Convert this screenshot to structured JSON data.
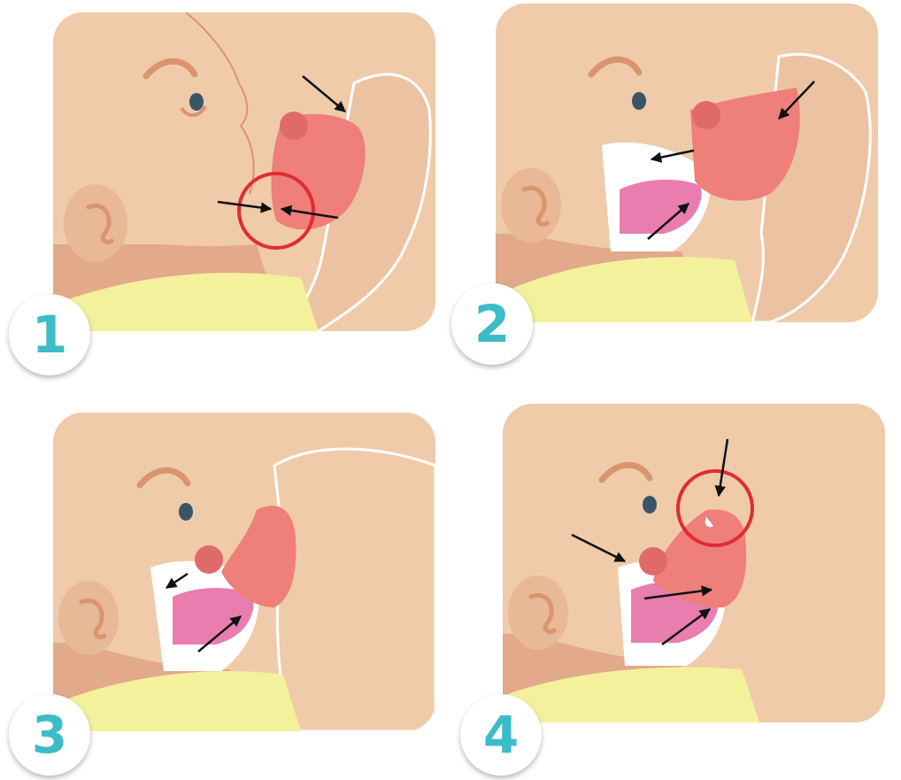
{
  "colors": {
    "background": "#ffffff",
    "skin": "#efcbaa",
    "skin_shade": "#e2a98a",
    "face_line": "#d9956e",
    "nipple": "#ee7f7a",
    "nipple_dark": "#e06a6a",
    "tongue": "#e97db0",
    "blanket": "#f3f19c",
    "circle": "#e12b33",
    "arrow": "#111111",
    "number": "#3cbcc8"
  },
  "steps": [
    {
      "number": "1"
    },
    {
      "number": "2"
    },
    {
      "number": "3"
    },
    {
      "number": "4"
    }
  ]
}
